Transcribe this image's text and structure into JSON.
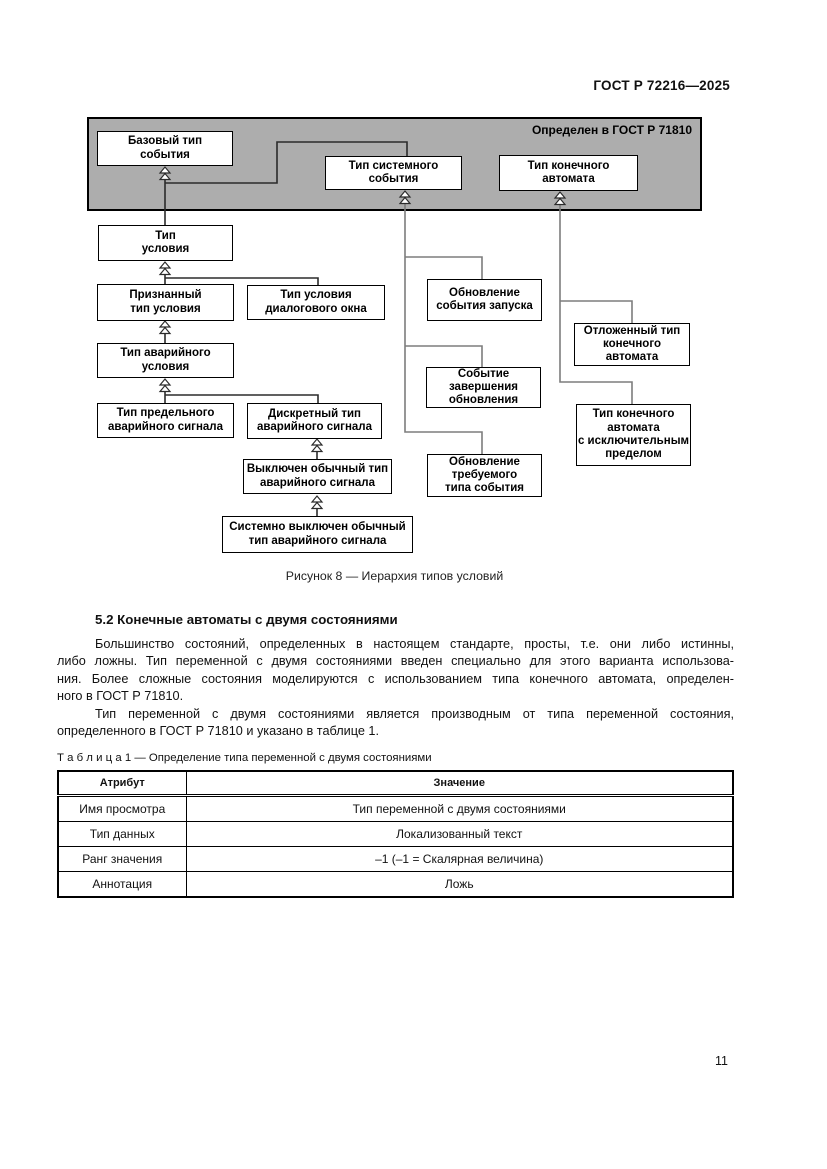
{
  "page": {
    "header": "ГОСТ Р 72216—2025",
    "number": "11"
  },
  "figure": {
    "panel_label": "Определен в ГОСТ Р 71810",
    "caption": "Рисунок 8 — Иерархия типов условий",
    "colors": {
      "panel_fill": "#adadad",
      "line": "#2b2b2b",
      "trunk_line": "#7d7d7d"
    },
    "boxes": [
      {
        "id": "base-event-type",
        "label": "Базовый тип\nсобытия"
      },
      {
        "id": "system-event-type",
        "label": "Тип системного\nсобытия"
      },
      {
        "id": "state-machine-type",
        "label": "Тип конечного\nавтомата"
      },
      {
        "id": "condition-type",
        "label": "Тип\nусловия"
      },
      {
        "id": "acknowledged-condition-type",
        "label": "Признанный\nтип условия"
      },
      {
        "id": "dialog-condition-type",
        "label": "Тип условия\nдиалогового окна"
      },
      {
        "id": "alarm-condition-type",
        "label": "Тип аварийного\nусловия"
      },
      {
        "id": "limit-alarm-type",
        "label": "Тип предельного\nаварийного сигнала"
      },
      {
        "id": "discrete-alarm-type",
        "label": "Дискретный тип\nаварийного сигнала"
      },
      {
        "id": "off-normal-alarm-type",
        "label": "Выключен обычный тип\nаварийного сигнала"
      },
      {
        "id": "system-off-normal-alarm-type",
        "label": "Системно выключен обычный\nтип аварийного сигнала"
      },
      {
        "id": "trigger-event-update",
        "label": "Обновление\nсобытия запуска"
      },
      {
        "id": "update-complete-event",
        "label": "Событие\nзавершения\nобновления"
      },
      {
        "id": "required-event-type-update",
        "label": "Обновление\nтребуемого\nтипа события"
      },
      {
        "id": "deferred-state-machine-type",
        "label": "Отложенный тип\nконечного\nавтомата"
      },
      {
        "id": "exclusive-limit-state-machine-type",
        "label": "Тип конечного\nавтомата\nс исключительным\nпределом"
      }
    ]
  },
  "section": {
    "heading": "5.2 Конечные автоматы с двумя состояниями",
    "paragraphs": [
      {
        "lines": [
          "Большинство состояний, определенных в настоящем стандарте, просты, т.е. они либо истинны,",
          "либо ложны. Тип переменной с двумя состояниями введен специально для этого варианта использова-",
          "ния. Более сложные состояния моделируются с использованием типа конечного автомата, определен-",
          "ного в ГОСТ Р 71810."
        ]
      },
      {
        "lines": [
          "Тип переменной с двумя состояниями является производным от типа переменной состояния,",
          "определенного в ГОСТ Р 71810 и указано в таблице 1."
        ]
      }
    ]
  },
  "table": {
    "caption_label": "Т а б л и ц а   1",
    "caption_text": " — Определение типа переменной с двумя состояниями",
    "headers": [
      "Атрибут",
      "Значение"
    ],
    "rows": [
      [
        "Имя просмотра",
        "Тип переменной с двумя состояниями"
      ],
      [
        "Тип данных",
        "Локализованный текст"
      ],
      [
        "Ранг значения",
        "–1 (–1 = Скалярная величина)"
      ],
      [
        "Аннотация",
        "Ложь"
      ]
    ]
  }
}
